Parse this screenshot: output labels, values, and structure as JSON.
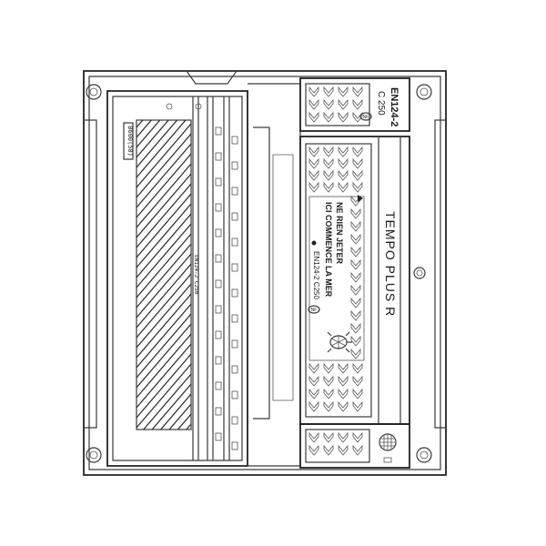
{
  "drawing": {
    "brand_label": "TEMPO PLUS R",
    "top_cover_code": "EN124-2",
    "top_cover_class": "C 250",
    "grate_side_code": "EN124-2 C250",
    "grate_frame_code": "B600(50)",
    "cover_slogan_line1": "ICI COMMENCE LA MER",
    "cover_slogan_line2": "NE RIEN JETER",
    "cover_code": "EN124-2 C250",
    "cert_mark": "NF",
    "colors": {
      "stroke": "#3a3a3a",
      "background": "#ffffff"
    }
  }
}
